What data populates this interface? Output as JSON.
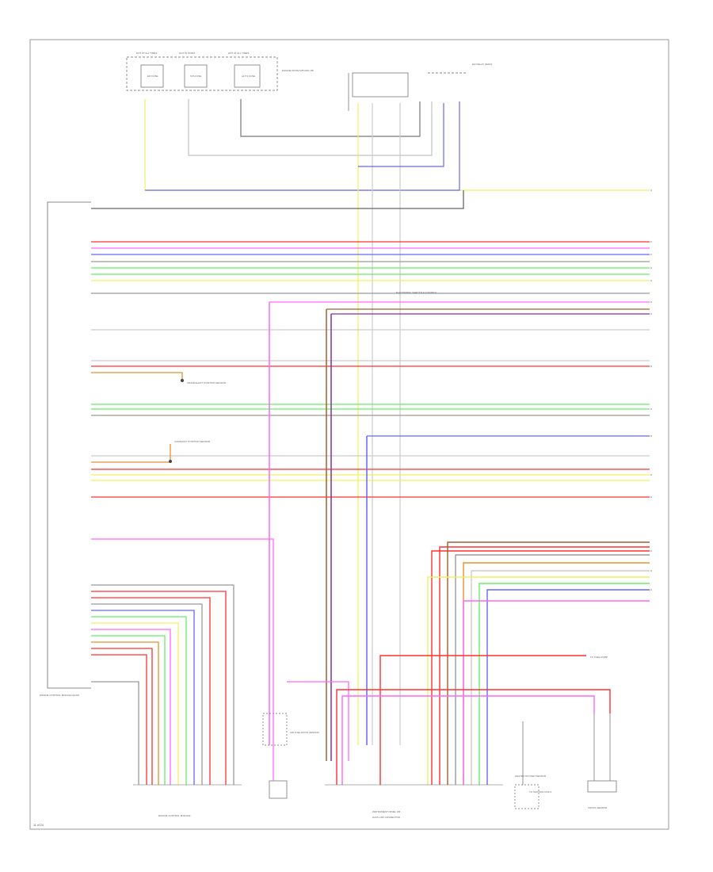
{
  "diagram": {
    "footer_code": "11 of 24",
    "components": {
      "top_fuses": [
        "HOT AT ALL TIMES",
        "HOT IN START",
        "HOT AT ALL TIMES"
      ],
      "fuse_names": [
        "EFI FUSE",
        "STA FUSE",
        "ALT-S FUSE"
      ],
      "fuse_box_note": "ENGINE ROOM R/B AND J/B",
      "relay_label": "EFI RELAY (MAIN)",
      "ecm_label": "ENGINE CONTROL MODULE (ECM)",
      "throttle_label": "ELECTRONIC THROTTLE CONTROL",
      "crank_label": "CRANKSHAFT POSITION SENSOR",
      "cam_label": "CAMSHAFT POSITION SENSOR",
      "aux_label": "AIR FUEL RATIO SENSOR",
      "aux_label2": "HEATED OXYGEN SENSOR",
      "bottom_center_left": "ENGINE CONTROL MODULE",
      "bottom_center": "INSTRUMENT PANEL J/B",
      "bottom_center_sub": "DATA LINK CONNECTOR",
      "bottom_right_note": "TO IGNITION COILS",
      "bottom_right": "KNOCK SENSOR",
      "right_note": "TO FUEL PUMP"
    },
    "wire_colors": {
      "red": "#ff3030",
      "pink": "#ff66ff",
      "blue": "#6666ff",
      "yellow": "#f0f060",
      "green": "#66ee66",
      "orange": "#e89030",
      "brown": "#a06030",
      "purple": "#8030a0",
      "gray": "#9a9a9a",
      "black": "#444444"
    }
  }
}
